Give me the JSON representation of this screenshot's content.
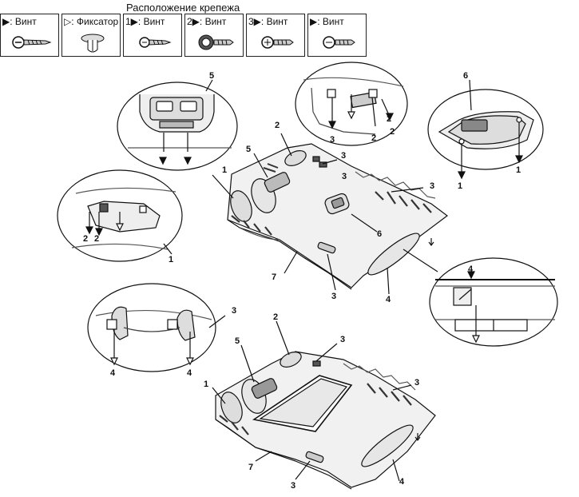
{
  "title": "Расположение крепежа",
  "legend": [
    {
      "label": "▶: Винт",
      "icon": "screw-icon"
    },
    {
      "label": "▷: Фиксатор",
      "icon": "clip-icon"
    },
    {
      "label": "1▶: Винт",
      "icon": "screw-icon"
    },
    {
      "label": "2▶: Винт",
      "icon": "flange-screw-icon"
    },
    {
      "label": "3▶: Винт",
      "icon": "screw-icon"
    },
    {
      "label": "▶: Винт",
      "icon": "screw-icon"
    }
  ],
  "callouts": {
    "n1": "1",
    "n2": "2",
    "n3": "3",
    "n4": "4",
    "n5": "5",
    "n6": "6",
    "n7": "7"
  }
}
